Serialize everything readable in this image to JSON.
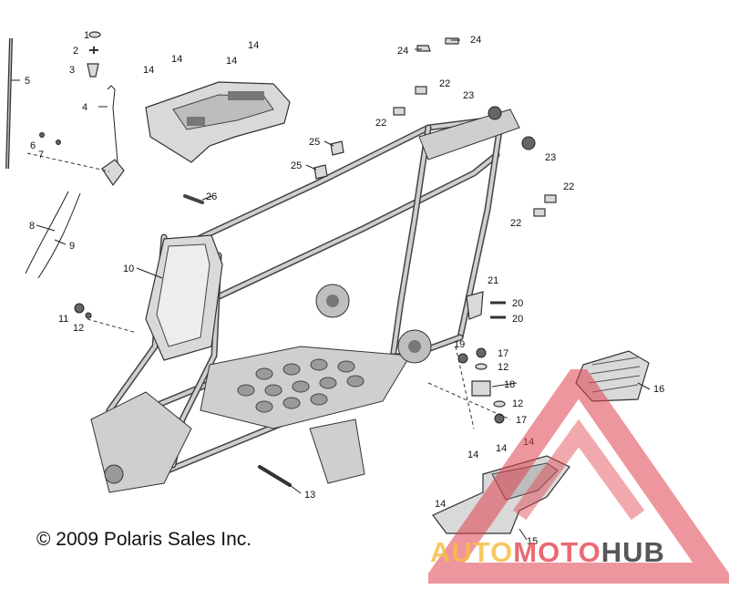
{
  "copyright": "© 2009 Polaris Sales Inc.",
  "watermark": {
    "part1": "AUTO",
    "part2": "MOTO",
    "part3": "HUB"
  },
  "callouts": {
    "c1": "1",
    "c2": "2",
    "c3": "3",
    "c4": "4",
    "c5": "5",
    "c6": "6",
    "c7": "7",
    "c8": "8",
    "c9": "9",
    "c10": "10",
    "c11": "11",
    "c12a": "12",
    "c12b": "12",
    "c12c": "12",
    "c13": "13",
    "c14a": "14",
    "c14b": "14",
    "c14c": "14",
    "c14d": "14",
    "c14e": "14",
    "c14f": "14",
    "c14g": "14",
    "c14h": "14",
    "c15": "15",
    "c16": "16",
    "c17a": "17",
    "c17b": "17",
    "c18": "18",
    "c19": "19",
    "c20a": "20",
    "c20b": "20",
    "c21": "21",
    "c22a": "22",
    "c22b": "22",
    "c22c": "22",
    "c22d": "22",
    "c23a": "23",
    "c23b": "23",
    "c24a": "24",
    "c24b": "24",
    "c25a": "25",
    "c25b": "25",
    "c26": "26"
  },
  "colors": {
    "watermark_red": "#e0404c",
    "watermark_yellow": "#f5b945",
    "watermark_gray": "#444444"
  }
}
